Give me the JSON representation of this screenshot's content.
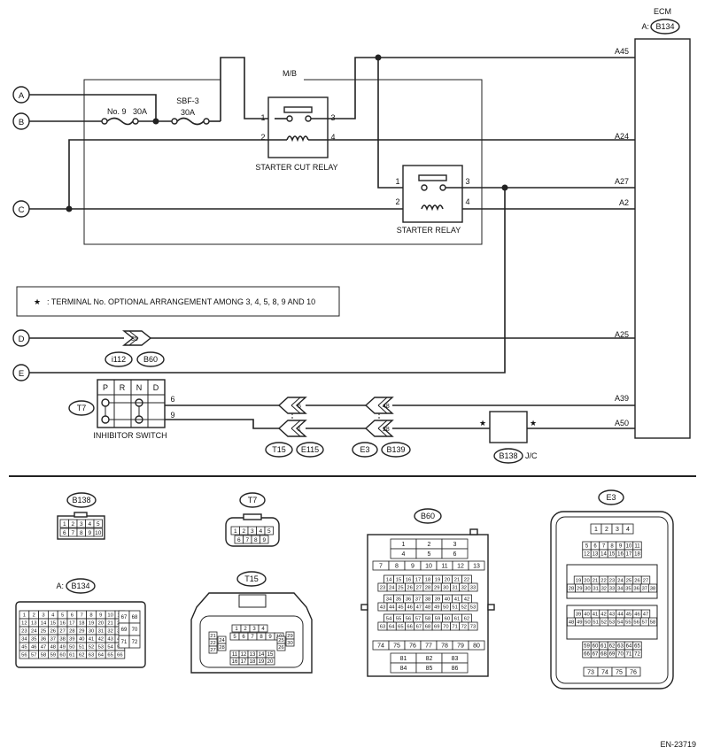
{
  "ecm": {
    "title": "ECM",
    "prefix": "A:",
    "connector": "B134",
    "pins": [
      "A45",
      "A24",
      "A27",
      "A2",
      "A25",
      "A39",
      "A50"
    ]
  },
  "mb_label": "M/B",
  "terminals": [
    "A",
    "B",
    "C",
    "D",
    "E"
  ],
  "fuse1": {
    "name": "No. 9",
    "rating": "30A"
  },
  "fuse2": {
    "name": "SBF-3",
    "rating": "30A"
  },
  "starter_cut_relay": {
    "label": "STARTER CUT RELAY",
    "pins": [
      "1",
      "2",
      "3",
      "4"
    ]
  },
  "starter_relay": {
    "label": "STARTER RELAY",
    "pins": [
      "1",
      "2",
      "3",
      "4"
    ]
  },
  "note": {
    "star": "★",
    "text": ": TERMINAL No. OPTIONAL ARRANGEMENT AMONG 3, 4, 5, 8, 9 AND 10"
  },
  "connector_d": {
    "pin": "35",
    "tags": [
      "i112",
      "B60"
    ]
  },
  "inhibitor_switch": {
    "label": "INHIBITOR SWITCH",
    "tag": "T7",
    "positions": [
      "P",
      "R",
      "N",
      "D"
    ],
    "pins": [
      "6",
      "9"
    ]
  },
  "conn_t15": {
    "pins": [
      "5",
      "1"
    ],
    "tags": [
      "T15",
      "E115"
    ]
  },
  "conn_e3": {
    "pins": [
      "48",
      "28"
    ],
    "tags": [
      "E3",
      "B139"
    ]
  },
  "joint": {
    "tag": "B138",
    "suffix": "J/C",
    "star": "★"
  },
  "connectors": {
    "b138": {
      "tag": "B138",
      "rows": [
        [
          "1",
          "2",
          "3",
          "4",
          "5"
        ],
        [
          "6",
          "7",
          "8",
          "9",
          "10"
        ]
      ]
    },
    "t7": {
      "tag": "T7",
      "rows": [
        [
          "1",
          "2",
          "3",
          "4",
          "5"
        ],
        [
          "6",
          "7",
          "8",
          "9"
        ]
      ]
    },
    "b60": {
      "tag": "B60",
      "top": [
        [
          "1",
          "2",
          "3"
        ],
        [
          "4",
          "5",
          "6"
        ]
      ],
      "wide": [
        "7",
        "8",
        "9",
        "10",
        "11",
        "12",
        "13"
      ],
      "mid": [
        [
          "14",
          "15",
          "16",
          "17",
          "18",
          "19",
          "20",
          "21",
          "22"
        ],
        [
          "23",
          "24",
          "25",
          "26",
          "27",
          "28",
          "29",
          "30",
          "31",
          "32",
          "33"
        ],
        [
          "34",
          "35",
          "36",
          "37",
          "38",
          "39",
          "40",
          "41",
          "42"
        ],
        [
          "43",
          "44",
          "45",
          "46",
          "47",
          "48",
          "49",
          "50",
          "51",
          "52",
          "53"
        ],
        [
          "54",
          "55",
          "56",
          "57",
          "58",
          "59",
          "60",
          "61",
          "62"
        ],
        [
          "63",
          "64",
          "65",
          "66",
          "67",
          "68",
          "69",
          "70",
          "71",
          "72",
          "73"
        ]
      ],
      "wide2": [
        "74",
        "75",
        "76",
        "77",
        "78",
        "79",
        "80"
      ],
      "bottom": [
        [
          "81",
          "82",
          "83"
        ],
        [
          "84",
          "85",
          "86"
        ]
      ]
    },
    "e3": {
      "tag": "E3",
      "top": [
        "1",
        "2",
        "3",
        "4"
      ],
      "r2": [
        "5",
        "6",
        "7",
        "8",
        "9",
        "10",
        "11"
      ],
      "r3": [
        "12",
        "13",
        "14",
        "15",
        "16",
        "17",
        "18"
      ],
      "r4": [
        "19",
        "20",
        "21",
        "22",
        "23",
        "24",
        "25",
        "26",
        "27"
      ],
      "r5": [
        "28",
        "29",
        "30",
        "31",
        "32",
        "33",
        "34",
        "35",
        "36",
        "37",
        "38"
      ],
      "r6": [
        "39",
        "40",
        "41",
        "42",
        "43",
        "44",
        "45",
        "46",
        "47"
      ],
      "r7": [
        "48",
        "49",
        "50",
        "51",
        "52",
        "53",
        "54",
        "55",
        "56",
        "57",
        "58"
      ],
      "r8": [
        "59",
        "60",
        "61",
        "62",
        "63",
        "64",
        "65"
      ],
      "r9": [
        "66",
        "67",
        "68",
        "69",
        "70",
        "71",
        "72"
      ],
      "bottom": [
        "73",
        "74",
        "75",
        "76"
      ]
    },
    "b134": {
      "prefix": "A:",
      "tag": "B134",
      "rows": [
        [
          "1",
          "2",
          "3",
          "4",
          "5",
          "6",
          "7",
          "8",
          "9",
          "10",
          "11"
        ],
        [
          "12",
          "13",
          "14",
          "15",
          "16",
          "17",
          "18",
          "19",
          "20",
          "21",
          "22"
        ],
        [
          "23",
          "24",
          "25",
          "26",
          "27",
          "28",
          "29",
          "30",
          "31",
          "32",
          "33"
        ],
        [
          "34",
          "35",
          "36",
          "37",
          "38",
          "39",
          "40",
          "41",
          "42",
          "43",
          "44"
        ],
        [
          "45",
          "46",
          "47",
          "48",
          "49",
          "50",
          "51",
          "52",
          "53",
          "54",
          "55"
        ],
        [
          "56",
          "57",
          "58",
          "59",
          "60",
          "61",
          "62",
          "63",
          "64",
          "65",
          "66"
        ]
      ],
      "side": [
        [
          "67",
          "68"
        ],
        [
          "69",
          "70"
        ],
        [
          "71",
          "72"
        ]
      ]
    },
    "t15": {
      "tag": "T15",
      "left": [
        "21",
        "22",
        "27"
      ],
      "left2": [
        "24",
        "28"
      ],
      "top": [
        [
          "1",
          "2",
          "3",
          "4"
        ],
        [
          "5",
          "6",
          "7",
          "8",
          "9",
          "10"
        ]
      ],
      "bottom": [
        [
          "11",
          "12",
          "13",
          "14",
          "15"
        ],
        [
          "16",
          "17",
          "18",
          "19",
          "20"
        ]
      ],
      "right": [
        "25",
        "26"
      ],
      "right2": [
        "29",
        "30"
      ]
    }
  },
  "code": "EN-23719"
}
